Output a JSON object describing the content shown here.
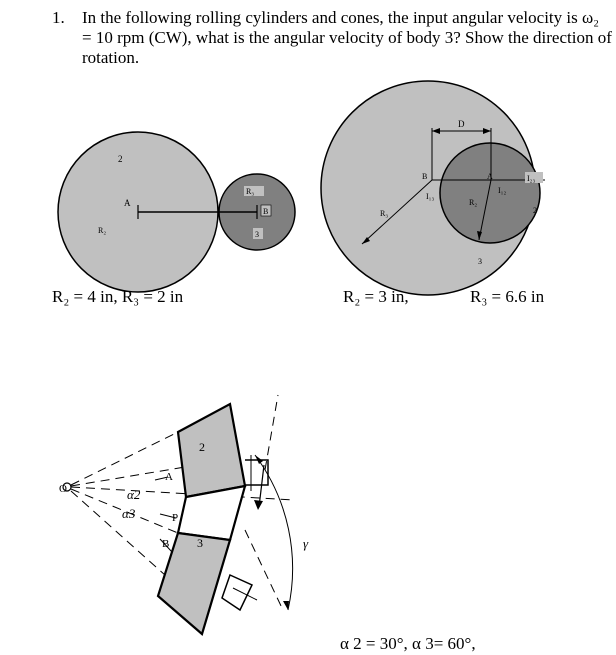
{
  "problem": {
    "number": "1.",
    "text": "In the following rolling cylinders and cones, the input angular velocity is ω₂ = 10 rpm (CW), what is the angular velocity of body 3? Show the direction of rotation."
  },
  "fig1": {
    "label_body2": "2",
    "label_A": "A",
    "label_R2": "R₂",
    "label_R3": "R₃",
    "label_B": "B",
    "label_body3": "3",
    "caption": "R₂ = 4 in,  R₃ = 2 in"
  },
  "fig2": {
    "label_D": "D",
    "label_B": "B",
    "label_A": "A",
    "label_I13": "I₁₃",
    "label_I12": "I₁₂",
    "label_I23": "I₂₃",
    "label_R2": "R₂",
    "label_R3": "R₃",
    "label_body2": "2",
    "label_body3": "3",
    "caption_left": "R₂ = 3 in,",
    "caption_right": "R₃ = 6.6 in"
  },
  "fig3": {
    "label_O": "O",
    "label_alpha2": "α2",
    "label_alpha3": "α3",
    "label_A": "A",
    "label_P": "P",
    "label_B": "B",
    "label_body2": "2",
    "label_body3": "3",
    "label_gamma": "γ",
    "caption": "α 2 = 30°,  α 3= 60°,"
  },
  "colors": {
    "light_gray": "#c0c0c0",
    "dark_gray": "#808080",
    "line": "#000000"
  }
}
